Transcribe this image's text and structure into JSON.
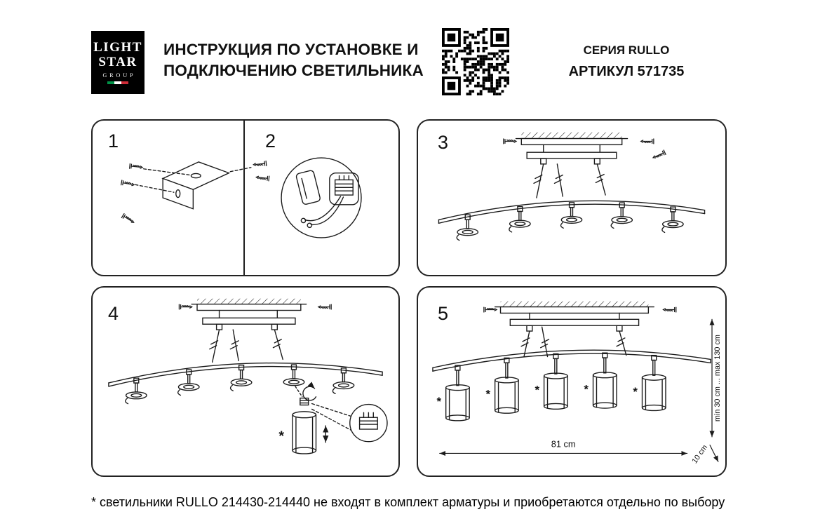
{
  "colors": {
    "ink": "#111111",
    "logo_background": "#000000",
    "flag_green": "#009246",
    "flag_white": "#ffffff",
    "flag_red": "#ce2b37"
  },
  "header": {
    "logo": {
      "line1": "LIGHT",
      "line2": "STAR",
      "line3": "GROUP"
    },
    "title": {
      "line1": "ИНСТРУКЦИЯ ПО УСТАНОВКЕ И",
      "line2": "ПОДКЛЮЧЕНИЮ СВЕТИЛЬНИКА"
    },
    "series": "СЕРИЯ RULLO",
    "article": "АРТИКУЛ 571735"
  },
  "steps": {
    "s1": "1",
    "s2": "2",
    "s3": "3",
    "s4": "4",
    "s5": "5"
  },
  "dimensions": {
    "width": "81 cm",
    "height_range": "min 30 cm ... max 130 cm",
    "drop": "10 cm"
  },
  "symbols": {
    "asterisk": "*"
  },
  "footnote": "* светильники RULLO 214430-214440 не входят в комплект арматуры и приобретаются отдельно по выбору"
}
